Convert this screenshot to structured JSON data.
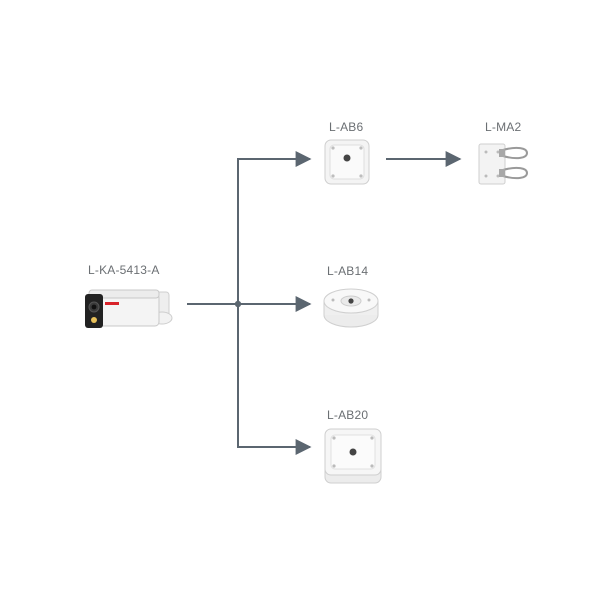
{
  "nodes": {
    "camera": {
      "label": "L-KA-5413-A",
      "icon": "bullet-camera-icon"
    },
    "ab6": {
      "label": "L-AB6",
      "icon": "square-junction-box-icon"
    },
    "ma2": {
      "label": "L-MA2",
      "icon": "pole-mount-bracket-icon"
    },
    "ab14": {
      "label": "L-AB14",
      "icon": "round-junction-box-icon"
    },
    "ab20": {
      "label": "L-AB20",
      "icon": "large-square-junction-box-icon"
    }
  },
  "colors": {
    "connector": "#5b6670",
    "label": "#6b6f73",
    "device_body": "#f4f4f4",
    "camera_front": "#222222",
    "camera_brand_stripe": "#d8232a",
    "camera_led": "#e8c15a"
  }
}
